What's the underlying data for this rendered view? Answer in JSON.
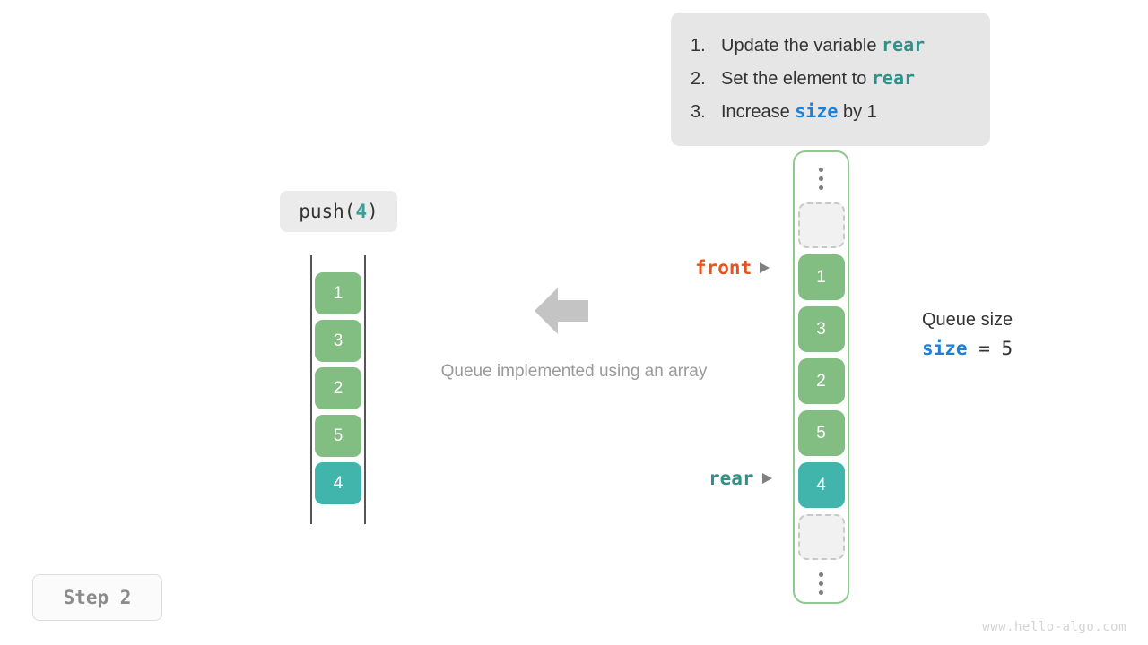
{
  "instructions": {
    "steps": [
      {
        "num": "1.",
        "pre": "Update the variable ",
        "code": "rear",
        "code_color": "teal",
        "post": ""
      },
      {
        "num": "2.",
        "pre": "Set the element to ",
        "code": "rear",
        "code_color": "teal",
        "post": ""
      },
      {
        "num": "3.",
        "pre": "Increase ",
        "code": "size",
        "code_color": "blue",
        "post": " by 1"
      }
    ]
  },
  "operation": {
    "label_prefix": "push(",
    "label_arg": "4",
    "label_suffix": ")"
  },
  "left_array": {
    "values": [
      "1",
      "3",
      "2",
      "5",
      "4"
    ],
    "colors": [
      "green",
      "green",
      "green",
      "green",
      "teal"
    ]
  },
  "caption": "Queue implemented using an array",
  "circular_array": {
    "top_ellipsis": "⋮",
    "bottom_ellipsis": "⋮",
    "cells": [
      {
        "value": "",
        "kind": "empty"
      },
      {
        "value": "1",
        "kind": "green"
      },
      {
        "value": "3",
        "kind": "green"
      },
      {
        "value": "2",
        "kind": "green"
      },
      {
        "value": "5",
        "kind": "green"
      },
      {
        "value": "4",
        "kind": "teal"
      },
      {
        "value": "",
        "kind": "empty"
      }
    ]
  },
  "pointers": {
    "front": "front",
    "rear": "rear"
  },
  "size_readout": {
    "title": "Queue size",
    "var": "size",
    "equals": " = ",
    "value": "5"
  },
  "step_badge": "Step 2",
  "watermark": "www.hello-algo.com",
  "colors": {
    "green": "#82bd81",
    "teal": "#41b5ac",
    "front": "#e8521d",
    "rear": "#2f9189",
    "size": "#1e7fd4",
    "container_border": "#8fc98f",
    "arrow": "#c4c4c4"
  }
}
